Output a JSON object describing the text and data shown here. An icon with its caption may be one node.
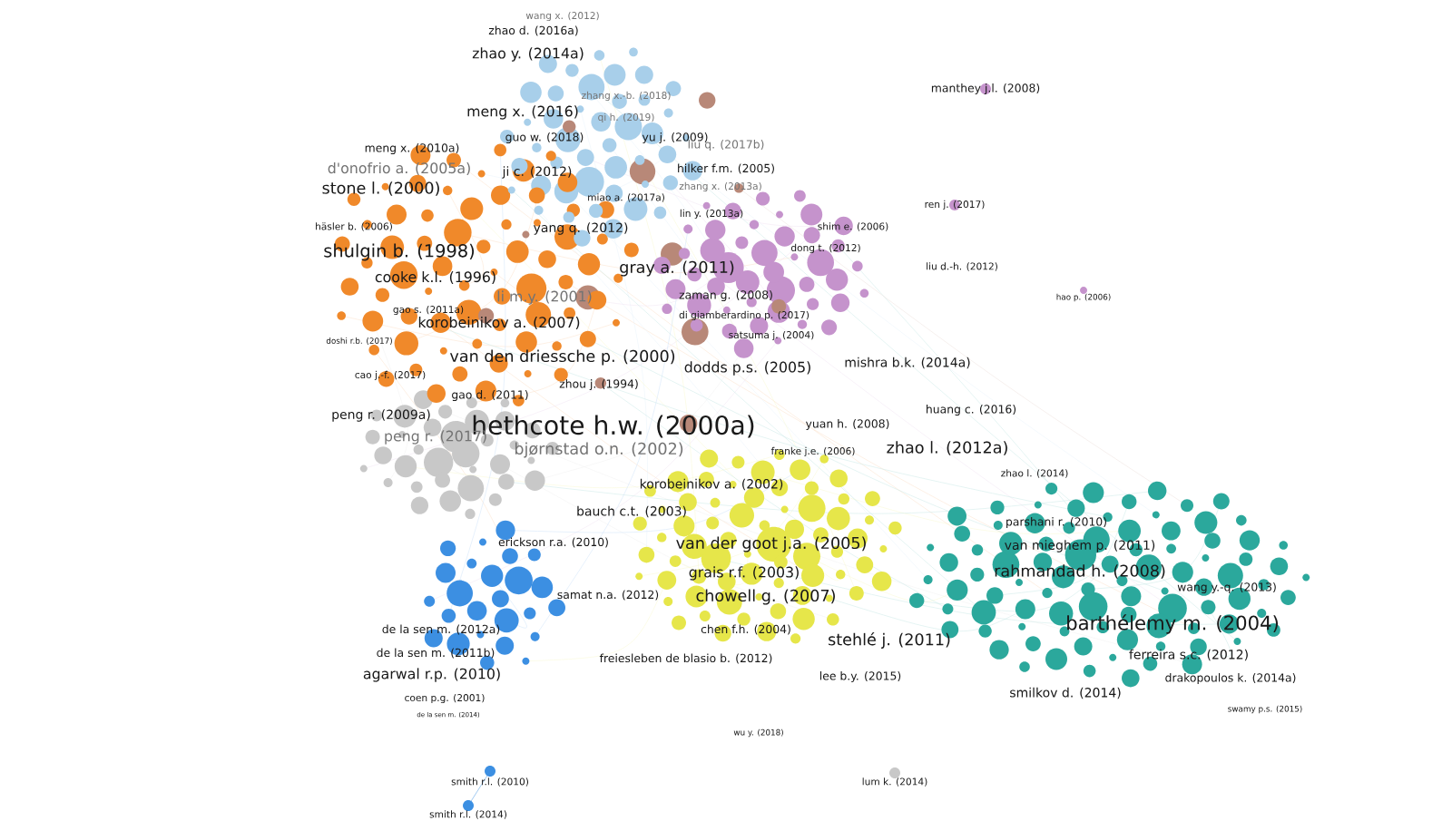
{
  "diagram": {
    "labels": [
      "wang x. (2012)",
      "zhao d. (2016a)",
      "zhao y. (2014a)",
      "manthey j.l. (2008)",
      "zhang x.-b. (2018)",
      "meng x. (2016)",
      "qi h. (2019)",
      "meng x. (2010a)",
      "guo w. (2018)",
      "yu j. (2009)",
      "liu q. (2017b)",
      "d'onofrio a. (2005a)",
      "ji c. (2012)",
      "hilker f.m. (2005)",
      "stone l. (2000)",
      "zhang x. (2013a)",
      "miao a. (2017a)",
      "ren j. (2017)",
      "lin y. (2013a)",
      "häsler b. (2006)",
      "yang q. (2012)",
      "shim e. (2006)",
      "shulgin b. (1998)",
      "dong t. (2012)",
      "cooke k.l. (1996)",
      "gray a. (2011)",
      "liu d.-h. (2012)",
      "li m.y. (2001)",
      "zaman g. (2008)",
      "hao p. (2006)",
      "gao s. (2011a)",
      "korobeinikov a. (2007)",
      "di giamberardino p. (2017)",
      "doshi r.b. (2017)",
      "satsuma j. (2004)",
      "van den driessche p. (2000)",
      "dodds p.s. (2005)",
      "mishra b.k. (2014a)",
      "cao j.-f. (2017)",
      "zhou j. (1994)",
      "gao d. (2011)",
      "peng r. (2009a)",
      "huang c. (2016)",
      "hethcote h.w. (2000a)",
      "yuan h. (2008)",
      "peng r. (2017)",
      "bjørnstad o.n. (2002)",
      "franke j.e. (2006)",
      "zhao l. (2012a)",
      "zhao l. (2014)",
      "korobeinikov a. (2002)",
      "bauch c.t. (2003)",
      "parshani r. (2010)",
      "erickson r.a. (2010)",
      "van der goot j.a. (2005)",
      "van mieghem p. (2011)",
      "grais r.f. (2003)",
      "rahmandad h. (2008)",
      "samat n.a. (2012)",
      "chowell g. (2007)",
      "wang y.-q. (2013)",
      "de la sen m. (2012a)",
      "chen f.h. (2004)",
      "barthélemy m. (2004)",
      "stehlé j. (2011)",
      "de la sen m. (2011b)",
      "freiesleben de blasio b. (2012)",
      "ferreira s.c. (2012)",
      "agarwal r.p. (2010)",
      "lee b.y. (2015)",
      "drakopoulos k. (2014a)",
      "coen p.g. (2001)",
      "smilkov d. (2014)",
      "de la sen m. (2014)",
      "swamy p.s. (2015)",
      "wu y. (2018)",
      "smith r.l. (2010)",
      "lum k. (2014)",
      "smith r.l. (2014)"
    ]
  }
}
